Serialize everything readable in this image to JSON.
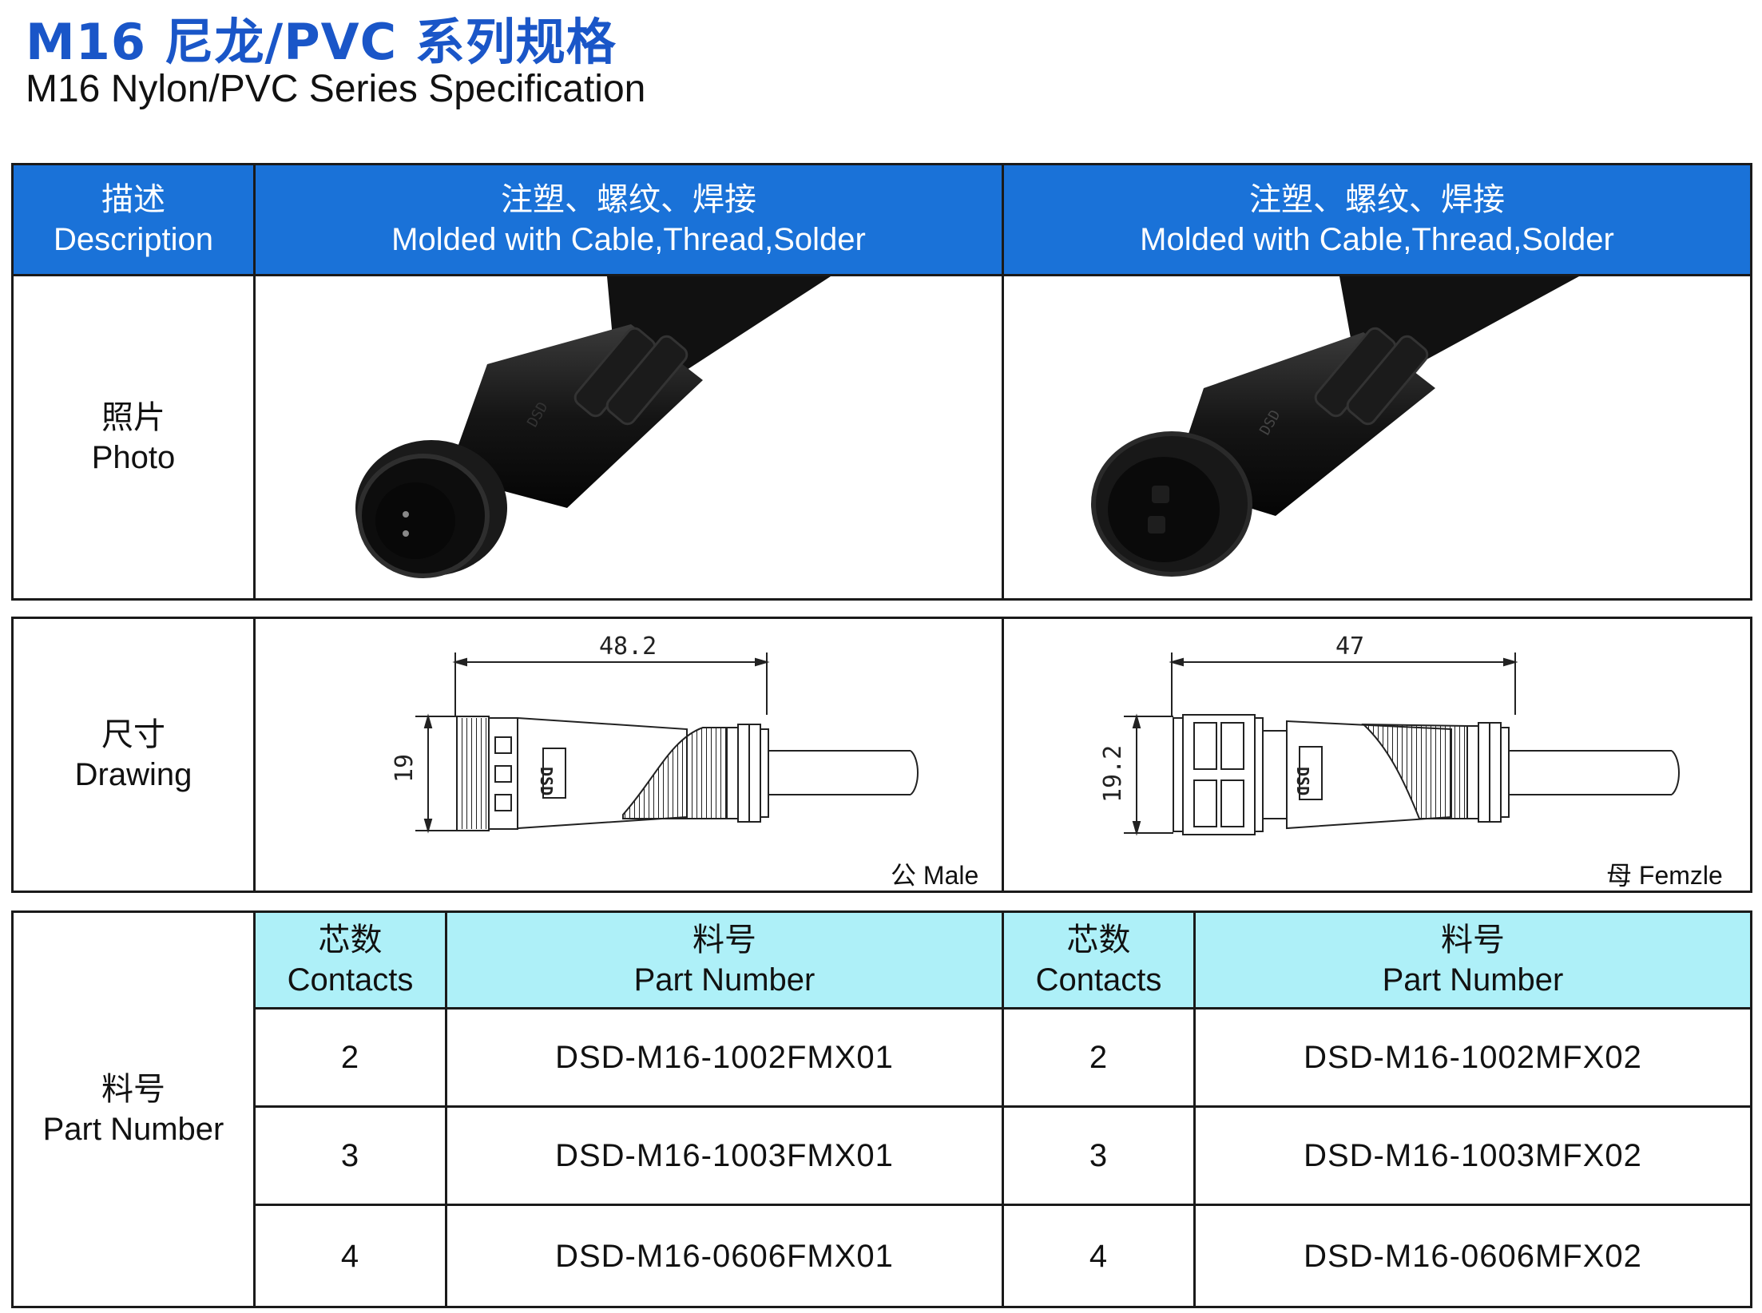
{
  "title": {
    "cn": "M16 尼龙/PVC 系列规格",
    "en": "M16 Nylon/PVC Series Specification"
  },
  "header": {
    "description": {
      "cn": "描述",
      "en": "Description"
    },
    "male": {
      "cn": "注塑、螺纹、焊接",
      "en": "Molded with Cable,Thread,Solder"
    },
    "female": {
      "cn": "注塑、螺纹、焊接",
      "en": "Molded with Cable,Thread,Solder"
    }
  },
  "photo": {
    "cn": "照片",
    "en": "Photo"
  },
  "drawing": {
    "label": {
      "cn": "尺寸",
      "en": "Drawing"
    },
    "male": {
      "length": "48.2",
      "diameter": "19",
      "logo": "DSD",
      "caption_cn": "公",
      "caption_en": "Male"
    },
    "female": {
      "length": "47",
      "diameter": "19.2",
      "logo": "DSD",
      "caption_cn": "母",
      "caption_en": "Femzle"
    }
  },
  "parts": {
    "label": {
      "cn": "料号",
      "en": "Part Number"
    },
    "columns": [
      {
        "cn": "芯数",
        "en": "Contacts"
      },
      {
        "cn": "料号",
        "en": "Part Number"
      },
      {
        "cn": "芯数",
        "en": "Contacts"
      },
      {
        "cn": "料号",
        "en": "Part Number"
      }
    ],
    "rows": [
      {
        "contacts_a": "2",
        "part_a": "DSD-M16-1002FMX01",
        "contacts_b": "2",
        "part_b": "DSD-M16-1002MFX02"
      },
      {
        "contacts_a": "3",
        "part_a": "DSD-M16-1003FMX01",
        "contacts_b": "3",
        "part_b": "DSD-M16-1003MFX02"
      },
      {
        "contacts_a": "4",
        "part_a": "DSD-M16-0606FMX01",
        "contacts_b": "4",
        "part_b": "DSD-M16-0606MFX02"
      }
    ]
  },
  "colors": {
    "title": "#1a56c8",
    "header_bg": "#1a72d8",
    "subheader_bg": "#aef0f8",
    "connector": "#141414"
  }
}
